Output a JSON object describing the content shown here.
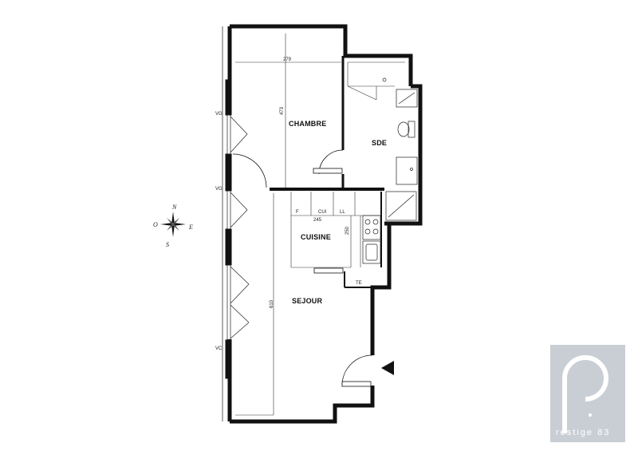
{
  "rooms": {
    "chambre": "CHAMBRE",
    "sde": "SDE",
    "cuisine": "CUISINE",
    "sejour": "SEJOUR"
  },
  "dimensions": {
    "chambre_width": "279",
    "chambre_depth": "473",
    "cuisine_width": "245",
    "cuisine_depth": "250",
    "sejour_depth": "610"
  },
  "kitchen_labels": {
    "f": "F",
    "cui": "CUI",
    "ll": "LL"
  },
  "te_label": "TE",
  "window_labels": [
    "VG",
    "VG",
    "VC"
  ],
  "compass": {
    "n": "N",
    "e": "E",
    "s": "S",
    "o": "O"
  },
  "logo": {
    "text": "restige 83",
    "color_bg": "#c8cdd3"
  }
}
